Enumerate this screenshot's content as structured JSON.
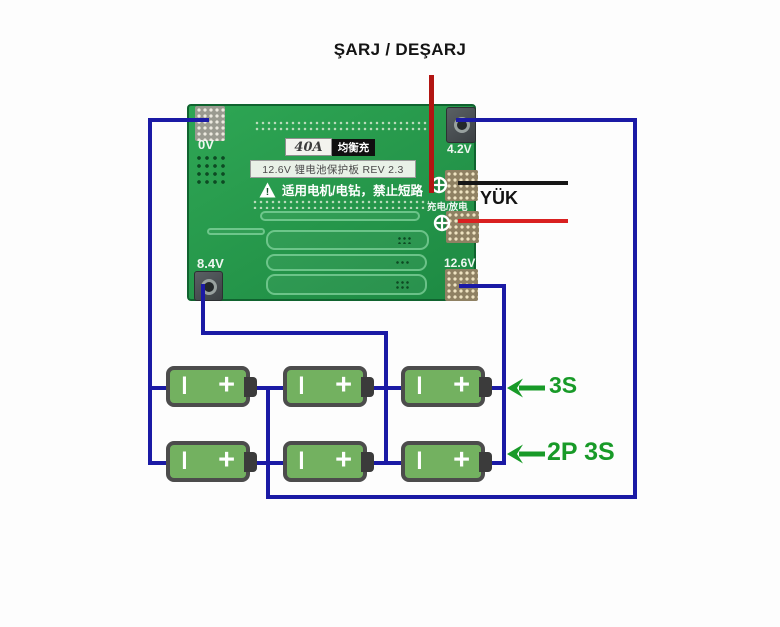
{
  "title": "ŞARJ / DEŞARJ",
  "load_label": "YÜK",
  "pack_labels": {
    "series": "3S",
    "parallel_series": "2P 3S"
  },
  "board": {
    "current_rating": "40A",
    "balance_label": "均衡充",
    "model_title": "12.6V 锂电池保护板 REV 2.3",
    "warning_text": "适用电机/电钻，禁止短路",
    "charge_discharge_label": "充电/放电",
    "tap_labels": {
      "b0": "0V",
      "b1": "4.2V",
      "b2": "8.4V",
      "b3": "12.6V"
    }
  },
  "battery_marks": {
    "negative": "I",
    "positive": "+"
  },
  "colors": {
    "wire_blue": "#1b1aa5",
    "wire_black": "#161616",
    "wire_red": "#d92020",
    "charge_line_red": "#b21512",
    "arrow_green": "#189a28",
    "battery_green": "#73b160",
    "board_green": "#27994c"
  }
}
